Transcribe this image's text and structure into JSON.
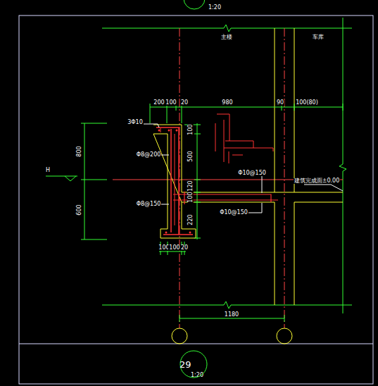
{
  "diagram": {
    "nodes": [
      {
        "text": [
          "29"
        ]
      }
    ],
    "labels": [
      "1:20",
      "主楼",
      "车库",
      "200",
      "100",
      "20",
      "980",
      "90",
      "100(80)",
      "3Φ10",
      "Φ8@200",
      "Φ8@150",
      "Φ10@150",
      "Φ10@150",
      "100",
      "500",
      "120",
      "100",
      "220",
      "800",
      "600",
      "H",
      "建筑完成面±0.00",
      "100",
      "100",
      "20",
      "1180",
      "1:20"
    ]
  }
}
